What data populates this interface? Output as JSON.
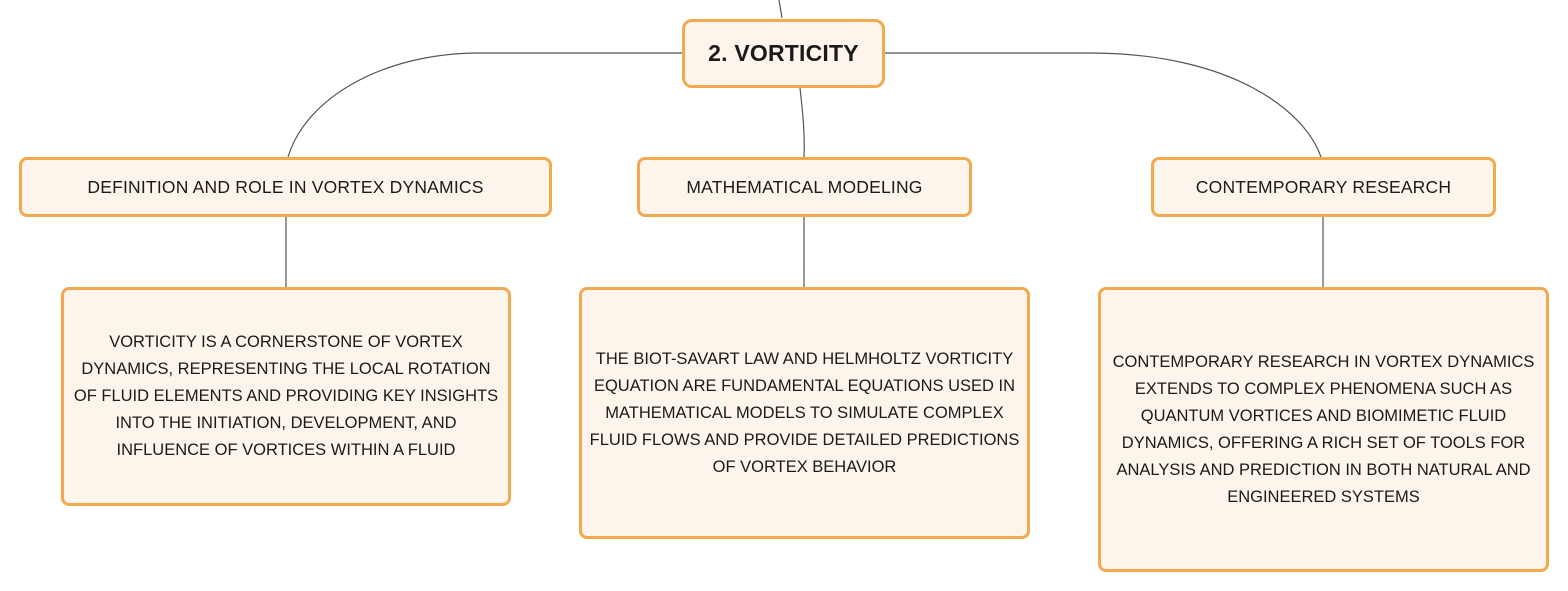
{
  "root": {
    "label": "2. VORTICITY"
  },
  "topics": [
    {
      "label": "DEFINITION AND ROLE IN VORTEX DYNAMICS",
      "detail": "VORTICITY IS A CORNERSTONE OF VORTEX DYNAMICS, REPRESENTING THE LOCAL ROTATION OF FLUID ELEMENTS AND PROVIDING KEY INSIGHTS INTO THE INITIATION, DEVELOPMENT, AND INFLUENCE OF VORTICES WITHIN A FLUID"
    },
    {
      "label": "MATHEMATICAL MODELING",
      "detail": "THE BIOT-SAVART LAW AND HELMHOLTZ VORTICITY EQUATION ARE FUNDAMENTAL EQUATIONS USED IN MATHEMATICAL MODELS TO SIMULATE COMPLEX FLUID FLOWS AND PROVIDE DETAILED PREDICTIONS OF VORTEX BEHAVIOR"
    },
    {
      "label": "CONTEMPORARY RESEARCH",
      "detail": "CONTEMPORARY RESEARCH IN VORTEX DYNAMICS EXTENDS TO COMPLEX PHENOMENA SUCH AS QUANTUM VORTICES AND BIOMIMETIC FLUID DYNAMICS, OFFERING A RICH SET OF TOOLS FOR ANALYSIS AND PREDICTION IN BOTH NATURAL AND ENGINEERED SYSTEMS"
    }
  ],
  "colors": {
    "node_fill": "#fdf4ec",
    "node_border": "#f3a950",
    "connector": "#555555",
    "text": "#1a1a1a"
  }
}
